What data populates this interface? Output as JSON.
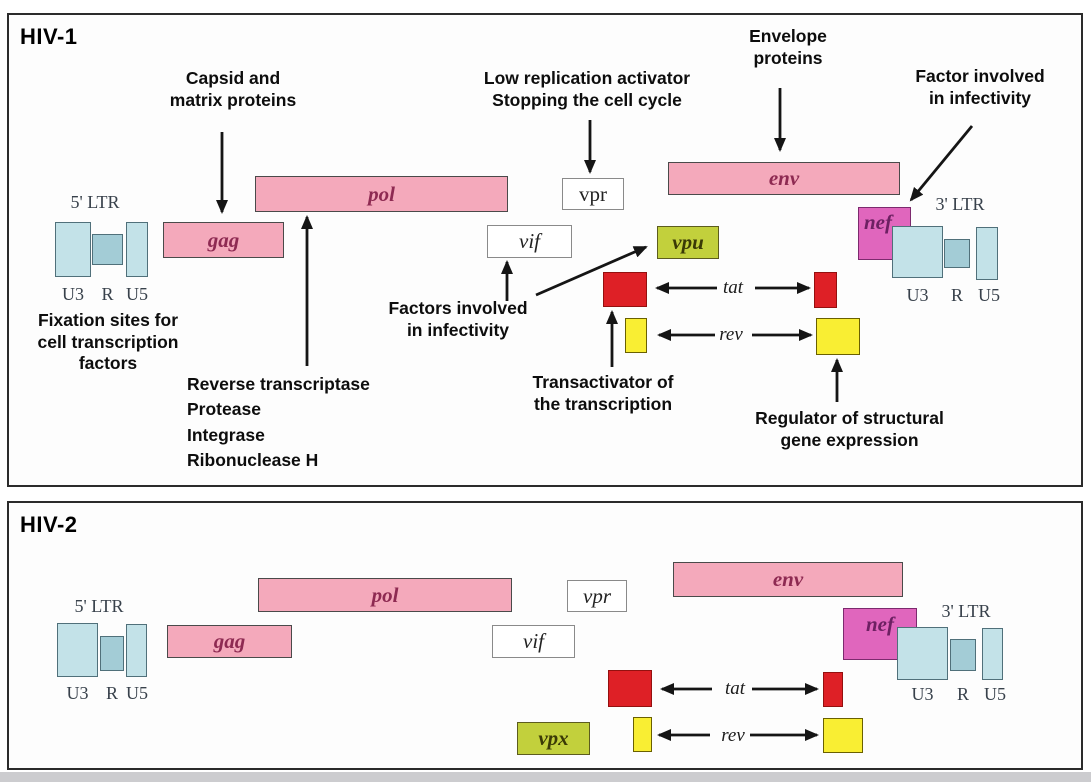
{
  "hiv1": {
    "title": "HIV-1",
    "labels": {
      "capsid": "Capsid and\nmatrix proteins",
      "low_replication": "Low replication activator\nStopping the cell cycle",
      "envelope": "Envelope\nproteins",
      "factor_infectivity": "Factor involved\nin infectivity",
      "fixation": "Fixation sites for\ncell transcription\nfactors",
      "pol_enzymes": "Reverse transcriptase\nProtease\nIntegrase\nRibonuclease H",
      "factors_infectivity": "Factors involved\nin infectivity",
      "transactivator": "Transactivator of\nthe transcription",
      "regulator": "Regulator of structural\ngene expression"
    },
    "genes": {
      "gag": "gag",
      "pol": "pol",
      "vif": "vif",
      "vpr": "vpr",
      "vpu": "vpu",
      "env": "env",
      "nef": "nef",
      "tat": "tat",
      "rev": "rev"
    },
    "ltr5": {
      "label": "5' LTR",
      "u3": "U3",
      "r": "R",
      "u5": "U5"
    },
    "ltr3": {
      "label": "3' LTR",
      "u3": "U3",
      "r": "R",
      "u5": "U5"
    }
  },
  "hiv2": {
    "title": "HIV-2",
    "genes": {
      "gag": "gag",
      "pol": "pol",
      "vif": "vif",
      "vpr": "vpr",
      "vpx": "vpx",
      "env": "env",
      "nef": "nef",
      "tat": "tat",
      "rev": "rev"
    },
    "ltr5": {
      "label": "5' LTR",
      "u3": "U3",
      "r": "R",
      "u5": "U5"
    },
    "ltr3": {
      "label": "3' LTR",
      "u3": "U3",
      "r": "R",
      "u5": "U5"
    }
  },
  "colors": {
    "gene-pink": "#f4a9bb",
    "gene-text": "#8e2a52",
    "accent-green": "#c2d03c",
    "accent-red": "#de2026",
    "accent-yellow": "#f9ee33",
    "accent-magenta": "#e066bd",
    "nef-text": "#6d2062",
    "ltr-blue": "#c3e2e8",
    "ltr-blue-dark": "#a3ccd6",
    "ltr-text": "#38414b",
    "bottom-strip": "#cccccf"
  }
}
